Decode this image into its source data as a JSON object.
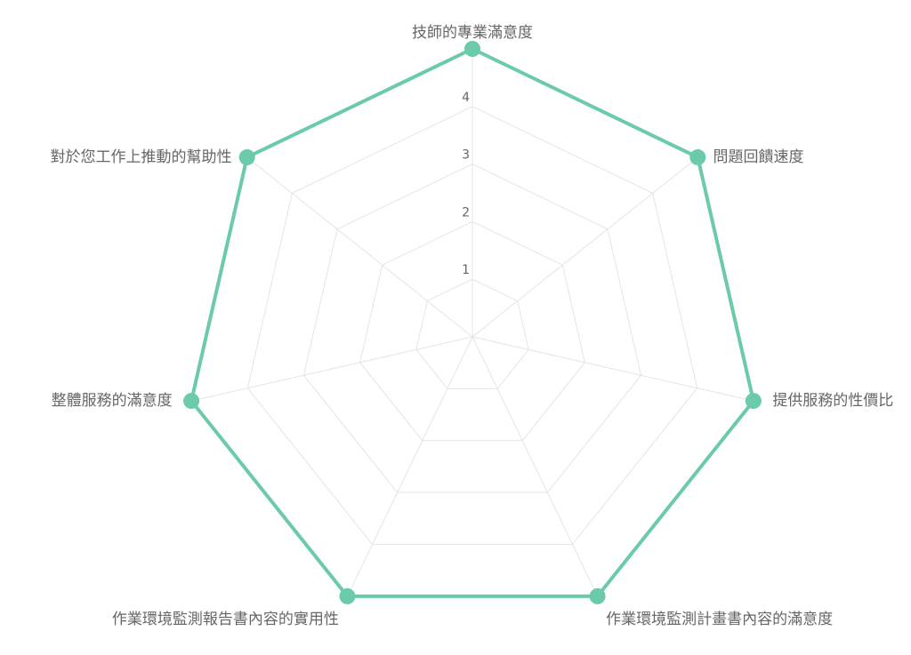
{
  "chart_data": {
    "type": "radar",
    "axes": [
      "技師的專業滿意度",
      "問題回饋速度",
      "提供服務的性價比",
      "作業環境監測計畫書內容的滿意度",
      "作業環境監測報告書內容的實用性",
      "整體服務的滿意度",
      "對於您工作上推動的幫助性"
    ],
    "series": [
      {
        "values": [
          5,
          5,
          5,
          5,
          5,
          5,
          5
        ],
        "color": "#6acaa9"
      }
    ],
    "r_range": [
      0,
      5
    ],
    "ticks": [
      "1",
      "2",
      "3",
      "4"
    ],
    "grid": true,
    "grid_color": "#e4e4e4",
    "text_color": "#666666",
    "legend": "none"
  }
}
